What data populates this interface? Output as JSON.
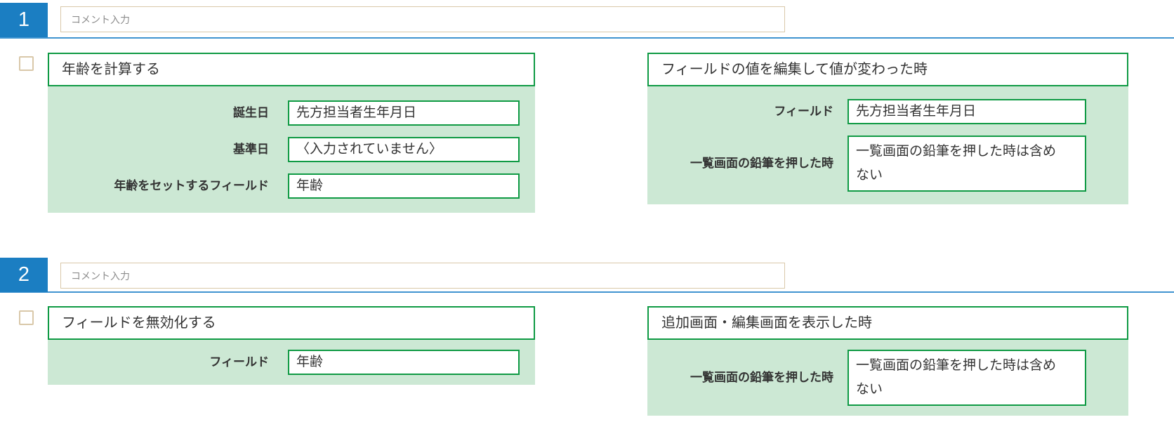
{
  "colors": {
    "badge_blue": "#1b7ec2",
    "divider_blue": "#4094d0",
    "panel_green_border": "#0f9a44",
    "panel_green_bg": "#cce8d4",
    "comment_border_tan": "#d9c8a9",
    "text": "#333333",
    "placeholder": "#8d8d8d"
  },
  "rules": [
    {
      "number": "1",
      "comment_placeholder": "コメント入力",
      "checkbox_checked": false,
      "action": {
        "title": "年齢を計算する",
        "fields": [
          {
            "label": "誕生日",
            "value": "先方担当者生年月日"
          },
          {
            "label": "基準日",
            "value": "〈入力されていません〉"
          },
          {
            "label": "年齢をセットするフィールド",
            "value": "年齢"
          }
        ]
      },
      "trigger": {
        "title": "フィールドの値を編集して値が変わった時",
        "fields": [
          {
            "label": "フィールド",
            "value": "先方担当者生年月日"
          },
          {
            "label": "一覧画面の鉛筆を押した時",
            "value": "一覧画面の鉛筆を押した時は含め\nない"
          }
        ]
      }
    },
    {
      "number": "2",
      "comment_placeholder": "コメント入力",
      "checkbox_checked": false,
      "action": {
        "title": "フィールドを無効化する",
        "fields": [
          {
            "label": "フィールド",
            "value": "年齢"
          }
        ]
      },
      "trigger": {
        "title": "追加画面・編集画面を表示した時",
        "fields": [
          {
            "label": "一覧画面の鉛筆を押した時",
            "value": "一覧画面の鉛筆を押した時は含め\nない"
          }
        ]
      }
    }
  ]
}
